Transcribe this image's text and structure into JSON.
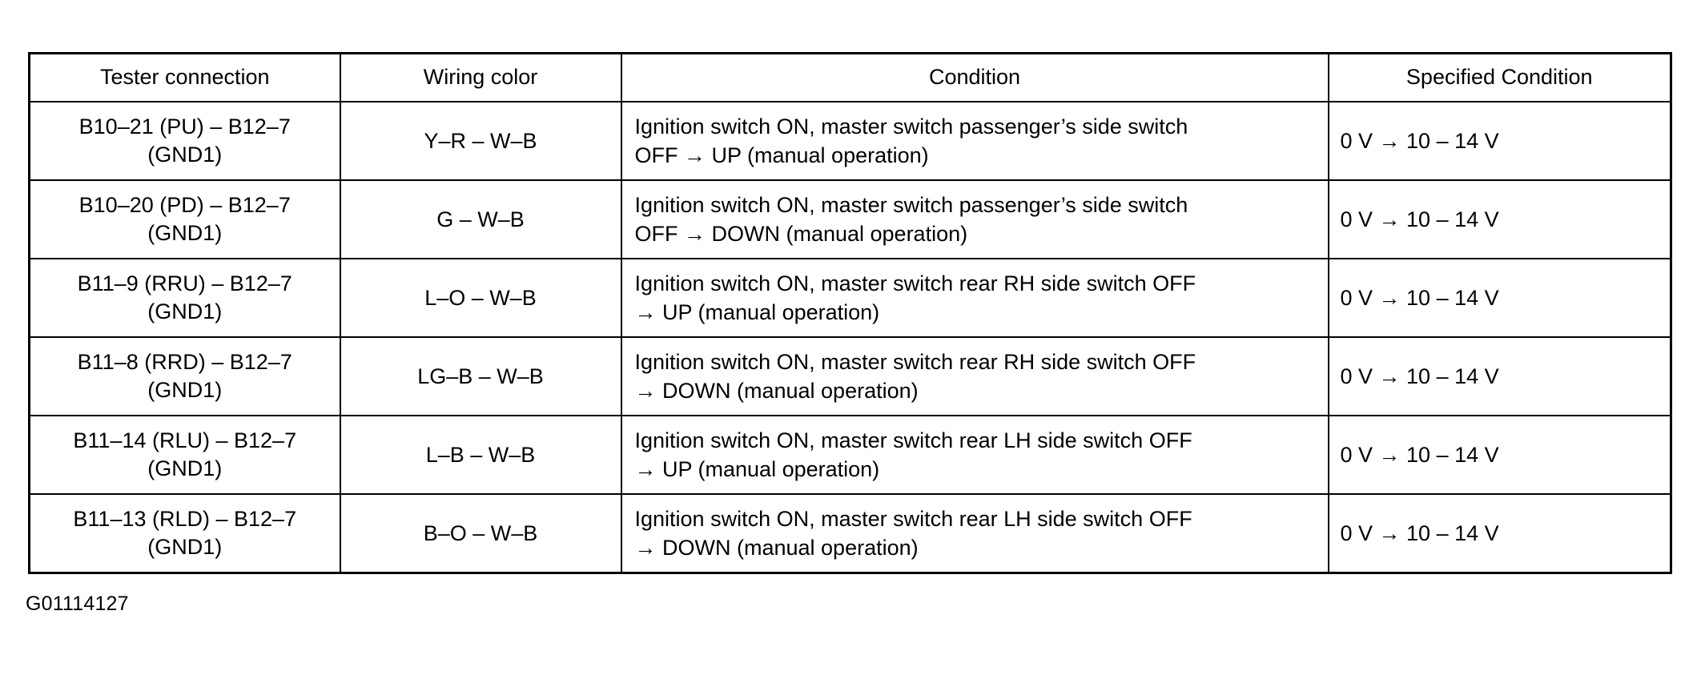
{
  "table": {
    "columns": [
      {
        "key": "tester_connection",
        "label": "Tester connection"
      },
      {
        "key": "wiring_color",
        "label": "Wiring color"
      },
      {
        "key": "condition",
        "label": "Condition"
      },
      {
        "key": "specified_condition",
        "label": "Specified Condition"
      }
    ],
    "rows": [
      {
        "tester_connection_line1": "B10–21 (PU) – B12–7",
        "tester_connection_line2": "(GND1)",
        "wiring_color": "Y–R – W–B",
        "condition_line1": "Ignition switch ON, master switch passenger’s side switch",
        "condition_line2": "OFF → UP (manual operation)",
        "specified_condition": "0 V → 10 – 14 V"
      },
      {
        "tester_connection_line1": "B10–20 (PD) – B12–7",
        "tester_connection_line2": "(GND1)",
        "wiring_color": "G – W–B",
        "condition_line1": "Ignition switch ON, master switch passenger’s side switch",
        "condition_line2": "OFF → DOWN (manual operation)",
        "specified_condition": "0 V → 10 – 14 V"
      },
      {
        "tester_connection_line1": "B11–9 (RRU) – B12–7",
        "tester_connection_line2": "(GND1)",
        "wiring_color": "L–O – W–B",
        "condition_line1": "Ignition switch ON, master switch rear RH side switch OFF",
        "condition_line2": "→ UP (manual operation)",
        "specified_condition": "0 V → 10 – 14 V"
      },
      {
        "tester_connection_line1": "B11–8 (RRD) – B12–7",
        "tester_connection_line2": "(GND1)",
        "wiring_color": "LG–B – W–B",
        "condition_line1": "Ignition switch ON, master switch rear RH side switch OFF",
        "condition_line2": "→ DOWN (manual operation)",
        "specified_condition": "0 V → 10 – 14 V"
      },
      {
        "tester_connection_line1": "B11–14 (RLU) – B12–7",
        "tester_connection_line2": "(GND1)",
        "wiring_color": "L–B – W–B",
        "condition_line1": "Ignition switch ON, master switch rear LH side switch OFF",
        "condition_line2": "→ UP (manual operation)",
        "specified_condition": "0 V → 10 – 14 V"
      },
      {
        "tester_connection_line1": "B11–13 (RLD) – B12–7",
        "tester_connection_line2": "(GND1)",
        "wiring_color": "B–O – W–B",
        "condition_line1": "Ignition switch ON, master switch rear LH side switch OFF",
        "condition_line2": "→ DOWN (manual operation)",
        "specified_condition": "0 V → 10 – 14 V"
      }
    ]
  },
  "figure_code": "G01114127",
  "colors": {
    "text": "#000000",
    "rule": "#000000",
    "background": "#ffffff"
  }
}
